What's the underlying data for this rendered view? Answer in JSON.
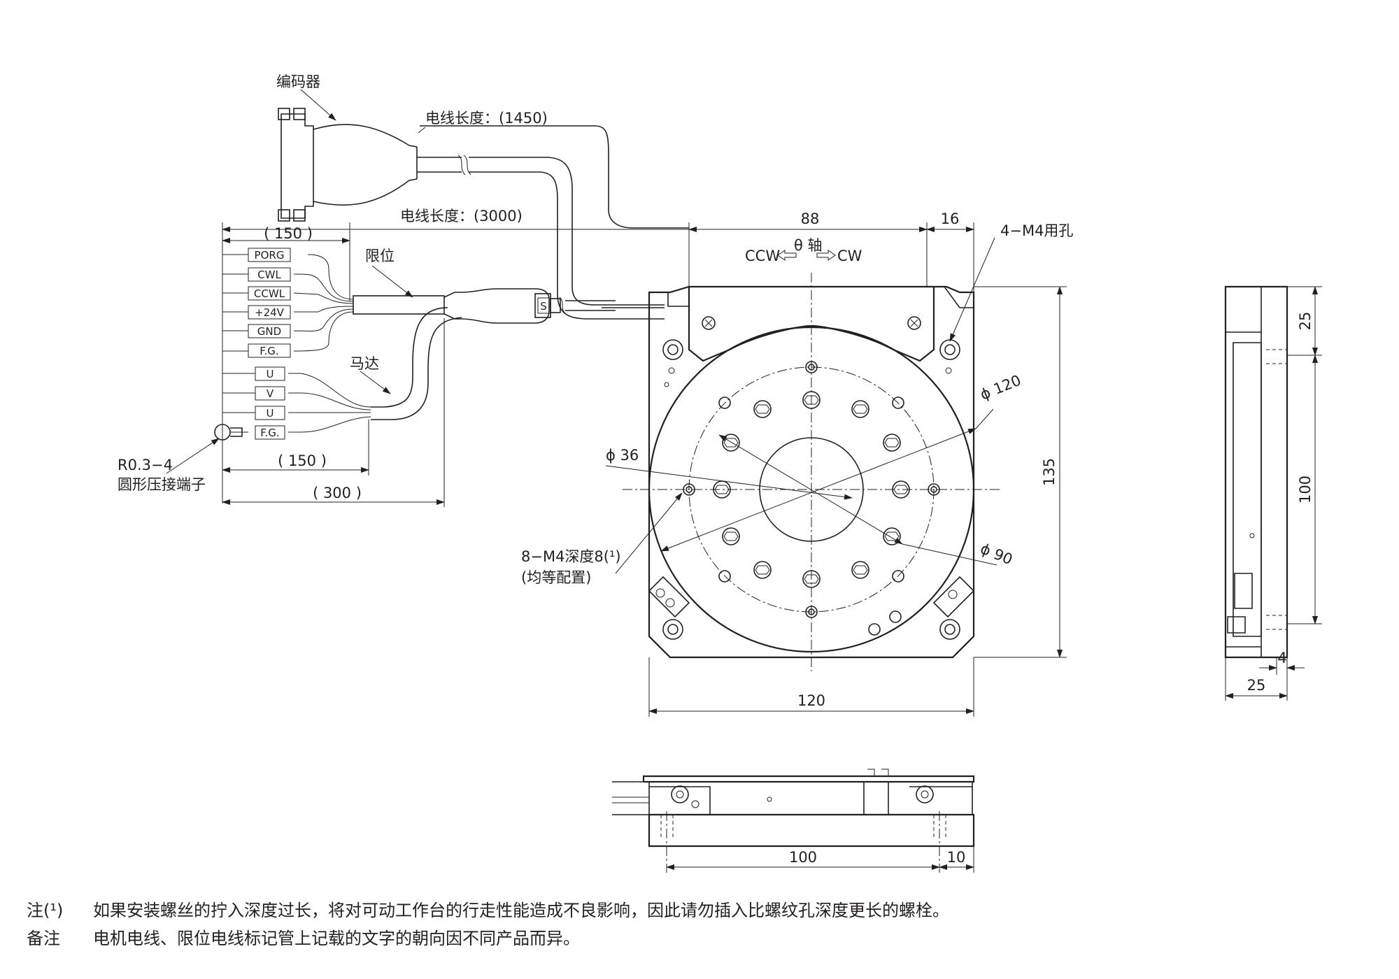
{
  "labels": {
    "encoder": "编码器",
    "cable_1450": "电线长度：(1450)",
    "cable_3000": "电线长度：(3000)",
    "limit": "限位",
    "motor": "马达",
    "terminal_line1": "R0.3−4",
    "terminal_line2": "圆形压接端子",
    "theta_axis": "θ 轴",
    "ccw": "CCW",
    "cw": "CW",
    "m4_holes": "4−M4用孔",
    "m4_depth_line1": "8−M4深度8(¹)",
    "m4_depth_line2": "(均等配置)",
    "phi120": "ϕ 120",
    "phi36": "ϕ 36",
    "phi90": "ϕ 90",
    "s_mark": "S"
  },
  "limit_wires": [
    "PORG",
    "CWL",
    "CCWL",
    "+24V",
    "GND",
    "F.G."
  ],
  "motor_wires": [
    "U",
    "V",
    "U",
    "F.G."
  ],
  "dimensions": {
    "cable_150_top": "( 150 )",
    "cable_150_bottom": "( 150 )",
    "cable_300": "( 300 )",
    "top_88": "88",
    "top_16": "16",
    "width_120": "120",
    "height_135": "135",
    "bottom_100": "100",
    "bottom_10": "10",
    "side_25_top": "25",
    "side_100": "100",
    "side_4": "4",
    "side_25_bottom": "25"
  },
  "notes": [
    {
      "key": "注(¹)",
      "text": "如果安装螺丝的拧入深度过长，将对可动工作台的行走性能造成不良影响，因此请勿插入比螺纹孔深度更长的螺栓。"
    },
    {
      "key": "备注",
      "text": "电机电线、限位电线标记管上记载的文字的朝向因不同产品而异。"
    }
  ]
}
